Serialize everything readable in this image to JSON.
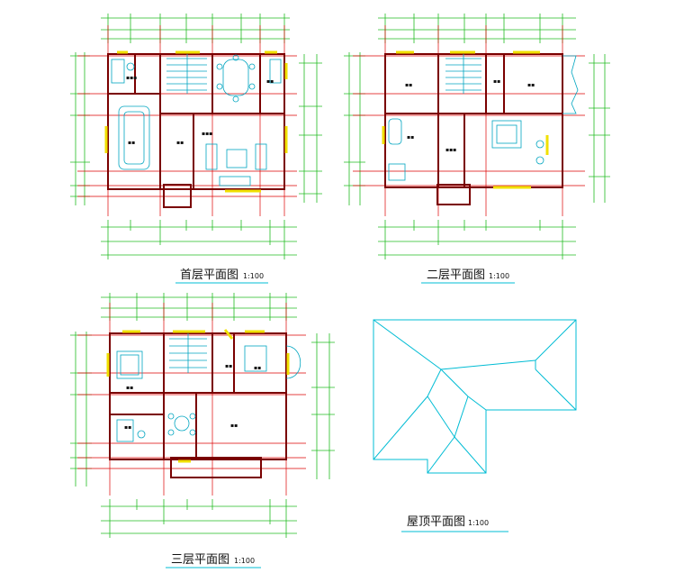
{
  "colors": {
    "background": "#ffffff",
    "dimension_line": "#22bb22",
    "wall": "#7a0000",
    "grid_axis": "#dd0000",
    "room_outline": "#0000cc",
    "window": "#f0e000",
    "fixtures": "#00a5c0",
    "roof": "#00bcd4",
    "title_underline": "#00bcd4"
  },
  "plans": {
    "first_floor": {
      "title": "首层平面图",
      "scale": "1:100"
    },
    "second_floor": {
      "title": "二层平面图",
      "scale": "1:100"
    },
    "third_floor": {
      "title": "三层平面图",
      "scale": "1:100"
    },
    "roof": {
      "title": "屋顶平面图",
      "scale": "1:100"
    }
  }
}
